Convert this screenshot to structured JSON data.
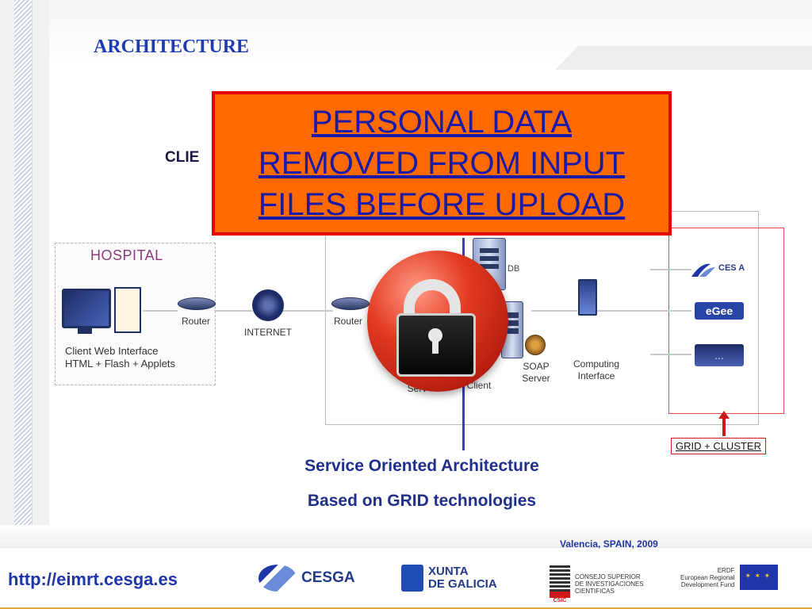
{
  "slide": {
    "title": "ARCHITECTURE",
    "client_label": "CLIE"
  },
  "diagram": {
    "hospital_label": "HOSPITAL",
    "client_web_lines": [
      "Client Web Interface",
      "HTML + Flash + Applets"
    ],
    "router_left": "Router",
    "router_right": "Router",
    "internet": "INTERNET",
    "db": "DB",
    "soap_server_lines": [
      "SOAP",
      "Server"
    ],
    "client_partial_label": "Client",
    "server_partial_label": "Serv",
    "computing_lines": [
      "Computing",
      "Interface"
    ],
    "grid_logos": {
      "cesga": "CES  A",
      "egee": "eGee",
      "cluster": "..."
    },
    "grid_cluster_label": "GRID + CLUSTER",
    "icons": [
      "monitor-icon",
      "web-page-icon",
      "router-icon",
      "internet-globe-icon",
      "server-tower-icon",
      "soap-globe-icon",
      "computing-interface-icon",
      "lock-icon"
    ]
  },
  "overlay": {
    "lines": [
      "PERSONAL DATA",
      "REMOVED FROM INPUT",
      "FILES BEFORE UPLOAD"
    ]
  },
  "soa": {
    "line1": "Service Oriented Architecture",
    "line2": "Based on GRID technologies"
  },
  "footer": {
    "url": "http://eimrt.cesga.es",
    "location": "Valencia, SPAIN, 2009",
    "logos": {
      "cesga": "CESGA",
      "xunta_line1": "XUNTA",
      "xunta_line2": "DE GALICIA",
      "csic_line1": "CONSEJO SUPERIOR",
      "csic_line2": "DE INVESTIGACIONES",
      "csic_line3": "CIENTIFICAS",
      "csic_badge": "CSIC",
      "erdf_line1": "ERDF",
      "erdf_line2": "European Regional",
      "erdf_line3": "Development Fund"
    }
  },
  "colors": {
    "title_blue": "#1f3bb0",
    "overlay_orange": "#ff6a00",
    "overlay_border": "#e60000",
    "divider_blue": "#3d3db8",
    "grid_red": "#e34848",
    "lock_red": "#e33a22"
  }
}
